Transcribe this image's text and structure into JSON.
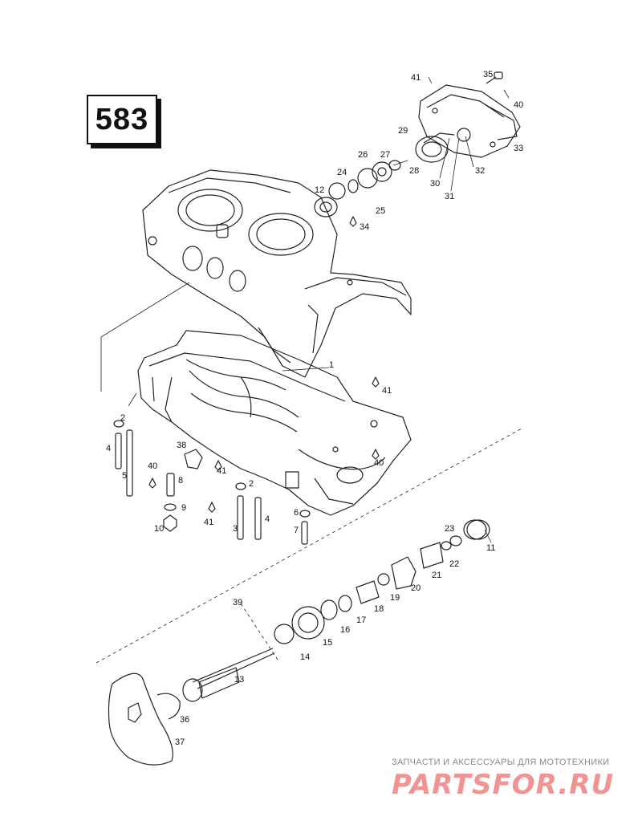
{
  "plate_number": "583",
  "callouts": [
    {
      "id": "c41a",
      "text": "41"
    },
    {
      "id": "c35",
      "text": "35"
    },
    {
      "id": "c40a",
      "text": "40"
    },
    {
      "id": "c29",
      "text": "29"
    },
    {
      "id": "c33",
      "text": "33"
    },
    {
      "id": "c26",
      "text": "26"
    },
    {
      "id": "c27",
      "text": "27"
    },
    {
      "id": "c24",
      "text": "24"
    },
    {
      "id": "c28",
      "text": "28"
    },
    {
      "id": "c30",
      "text": "30"
    },
    {
      "id": "c32",
      "text": "32"
    },
    {
      "id": "c31",
      "text": "31"
    },
    {
      "id": "c12",
      "text": "12"
    },
    {
      "id": "c25",
      "text": "25"
    },
    {
      "id": "c34",
      "text": "34"
    },
    {
      "id": "c1",
      "text": "1"
    },
    {
      "id": "c41b",
      "text": "41"
    },
    {
      "id": "c2a",
      "text": "2"
    },
    {
      "id": "c4a",
      "text": "4"
    },
    {
      "id": "c5",
      "text": "5"
    },
    {
      "id": "c38",
      "text": "38"
    },
    {
      "id": "c41c",
      "text": "41"
    },
    {
      "id": "c40b",
      "text": "40"
    },
    {
      "id": "c40c",
      "text": "40"
    },
    {
      "id": "c8",
      "text": "8"
    },
    {
      "id": "c9",
      "text": "9"
    },
    {
      "id": "c10",
      "text": "10"
    },
    {
      "id": "c2b",
      "text": "2"
    },
    {
      "id": "c41d",
      "text": "41"
    },
    {
      "id": "c3",
      "text": "3"
    },
    {
      "id": "c4b",
      "text": "4"
    },
    {
      "id": "c6",
      "text": "6"
    },
    {
      "id": "c7",
      "text": "7"
    },
    {
      "id": "c23",
      "text": "23"
    },
    {
      "id": "c11",
      "text": "11"
    },
    {
      "id": "c22",
      "text": "22"
    },
    {
      "id": "c21",
      "text": "21"
    },
    {
      "id": "c20",
      "text": "20"
    },
    {
      "id": "c19",
      "text": "19"
    },
    {
      "id": "c18",
      "text": "18"
    },
    {
      "id": "c17",
      "text": "17"
    },
    {
      "id": "c16",
      "text": "16"
    },
    {
      "id": "c15",
      "text": "15"
    },
    {
      "id": "c14",
      "text": "14"
    },
    {
      "id": "c39",
      "text": "39"
    },
    {
      "id": "c13",
      "text": "13"
    },
    {
      "id": "c36",
      "text": "36"
    },
    {
      "id": "c37",
      "text": "37"
    }
  ],
  "watermark": {
    "subtitle": "ЗАПЧАСТИ И АКСЕССУАРЫ ДЛЯ МОТОТЕХНИКИ",
    "logo": "PARTSFOR.RU"
  }
}
